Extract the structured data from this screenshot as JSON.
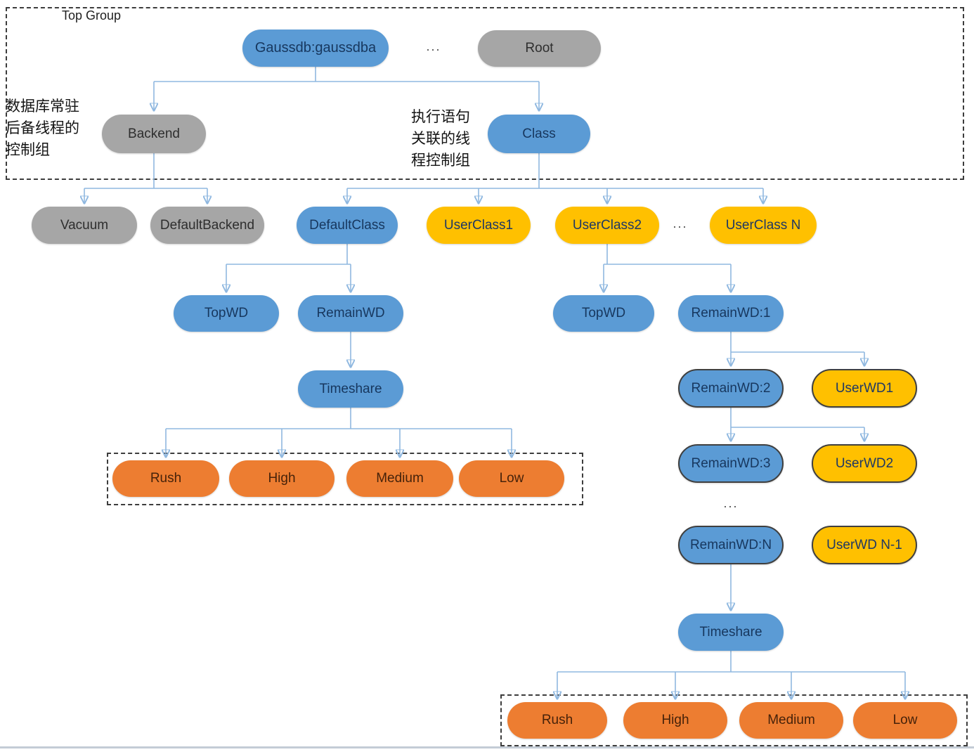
{
  "diagram": {
    "top_group_label": "Top Group",
    "notes": {
      "backend": [
        "数据库常驻",
        "后备线程的",
        "控制组"
      ],
      "class": [
        "执行语句",
        "关联的线",
        "程控制组"
      ]
    },
    "ellipsis": {
      "top": "...",
      "classes": "...",
      "wd": "..."
    },
    "nodes": {
      "gaussdb": "Gaussdb:gaussdba",
      "root": "Root",
      "backend": "Backend",
      "class": "Class",
      "vacuum": "Vacuum",
      "default_backend": "DefaultBackend",
      "default_class": "DefaultClass",
      "user_class_1": "UserClass1",
      "user_class_2": "UserClass2",
      "user_class_n": "UserClass N",
      "top_wd_left": "TopWD",
      "remain_wd": "RemainWD",
      "timeshare_left": "Timeshare",
      "rush_left": "Rush",
      "high_left": "High",
      "medium_left": "Medium",
      "low_left": "Low",
      "top_wd_right": "TopWD",
      "remain_wd_1": "RemainWD:1",
      "remain_wd_2": "RemainWD:2",
      "user_wd_1": "UserWD1",
      "remain_wd_3": "RemainWD:3",
      "user_wd_2": "UserWD2",
      "remain_wd_n": "RemainWD:N",
      "user_wd_n_minus_1": "UserWD N-1",
      "timeshare_right": "Timeshare",
      "rush_right": "Rush",
      "high_right": "High",
      "medium_right": "Medium",
      "low_right": "Low"
    },
    "colors": {
      "node_blue": "#5B9BD5",
      "node_gray": "#A6A6A6",
      "node_gold": "#FFC000",
      "node_orange": "#ED7D31",
      "connector": "#8FB8E0",
      "arrowhead": "#5B9BD5",
      "dashed_border": "#3d3d3d"
    }
  }
}
